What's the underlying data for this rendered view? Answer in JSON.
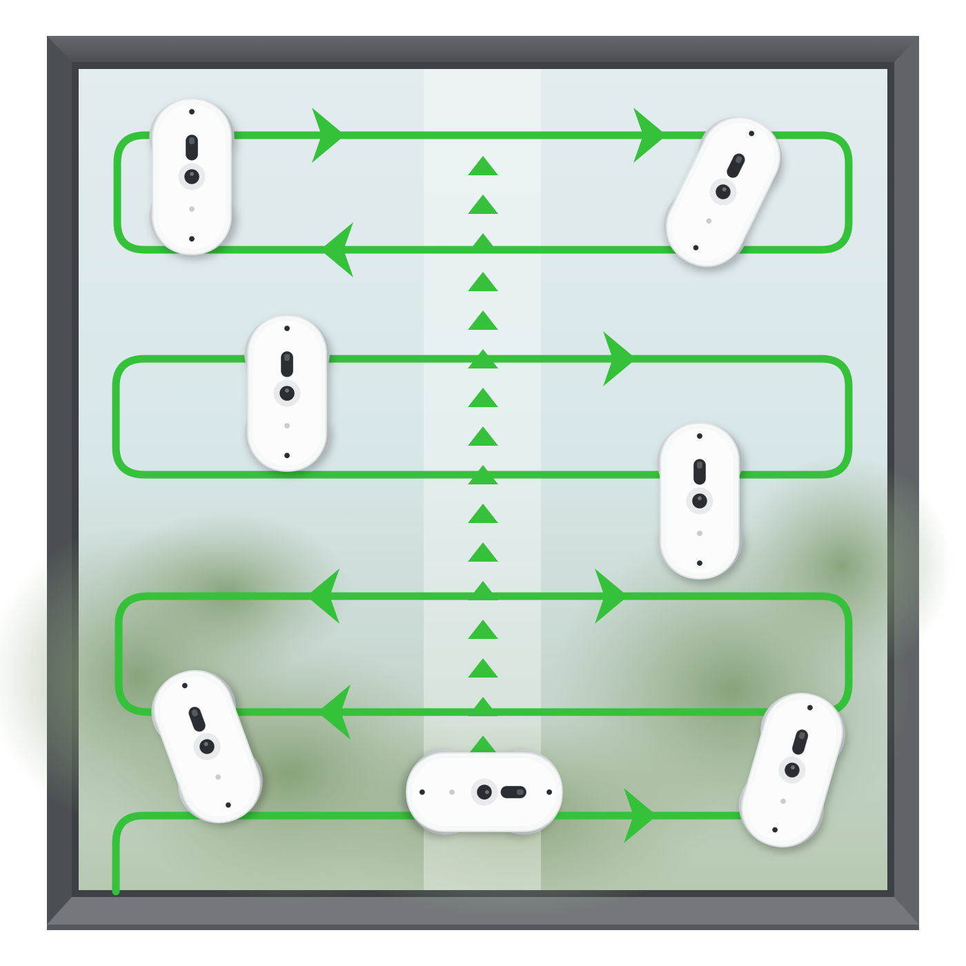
{
  "colors": {
    "frame_outer": "#5a5e62",
    "frame_inner": "#3f4347",
    "frame_sill": "#6b6f73",
    "sky_top": "#e6eef1",
    "sky_mid": "#d7e6e8",
    "trees": "#8aa27a",
    "path_green": "#35c13a",
    "robot_body": "#f7f8f8",
    "robot_pad": "#c9cdd0",
    "robot_sensor": "#2a2d30"
  },
  "icons": {
    "path_arrow": "triangle-arrow-icon",
    "upward_marker": "triangle-up-icon"
  },
  "robots": [
    {
      "name": "robot-1",
      "angle": 0
    },
    {
      "name": "robot-2",
      "angle": 26
    },
    {
      "name": "robot-3",
      "angle": 0
    },
    {
      "name": "robot-4",
      "angle": 0
    },
    {
      "name": "robot-5",
      "angle": -20
    },
    {
      "name": "robot-6",
      "angle": 90
    },
    {
      "name": "robot-7",
      "angle": 16
    }
  ]
}
